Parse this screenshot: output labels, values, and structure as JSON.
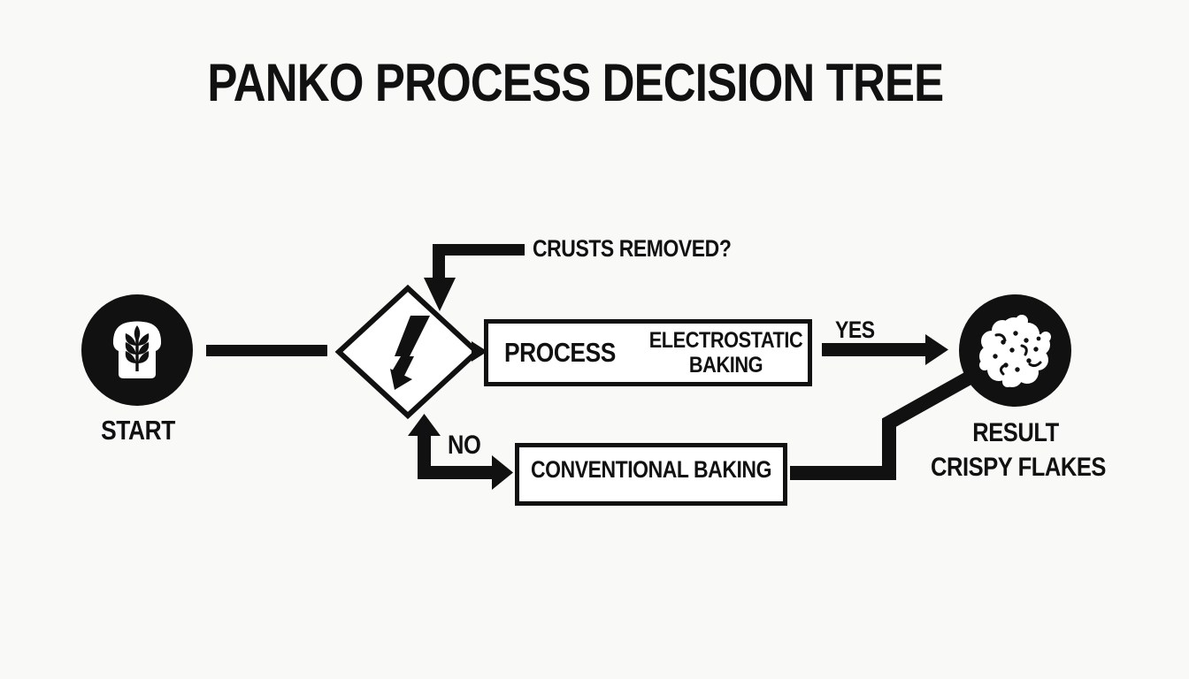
{
  "title": "PANKO PROCESS DECISION TREE",
  "colors": {
    "ink": "#111111",
    "background": "#f9f9f7",
    "node_fill": "#ffffff"
  },
  "flow": {
    "start": {
      "label": "START",
      "icon": "bread-wheat-icon"
    },
    "decision": {
      "icon": "lightning-bolt-icon",
      "question": "CRUSTS REMOVED?"
    },
    "yes": {
      "label": "YES",
      "process_prefix": "PROCESS",
      "process_name": "ELECTROSTATIC BAKING"
    },
    "no": {
      "label": "NO",
      "process_name": "CONVENTIONAL BAKING"
    },
    "result": {
      "label": "RESULT",
      "sublabel": "CRISPY FLAKES",
      "icon": "crumb-cluster-icon"
    }
  }
}
